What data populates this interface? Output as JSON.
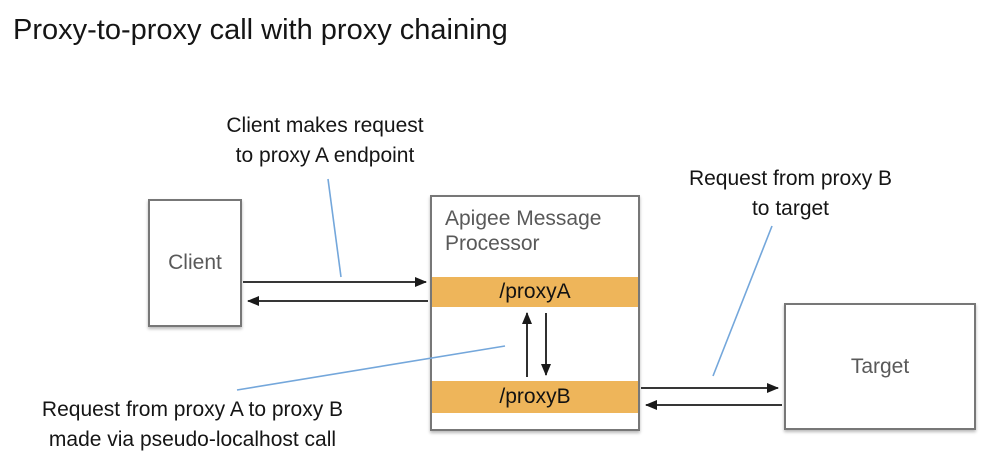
{
  "title": "Proxy-to-proxy call with proxy chaining",
  "annotations": {
    "client_request": "Client makes request\nto proxy A endpoint",
    "proxy_b_to_target": "Request from proxy B\nto target",
    "proxy_a_to_proxy_b": "Request from proxy A to proxy B\nmade via pseudo-localhost call"
  },
  "nodes": {
    "client": {
      "label": "Client"
    },
    "apigee": {
      "label": "Apigee Message Processor",
      "endpoints": [
        "/proxyA",
        "/proxyB"
      ]
    },
    "target": {
      "label": "Target"
    }
  },
  "colors": {
    "endpoint_bar": "#EEB55A",
    "leader_line": "#74A7DB",
    "box_border": "#777777",
    "muted_text": "#595959"
  }
}
